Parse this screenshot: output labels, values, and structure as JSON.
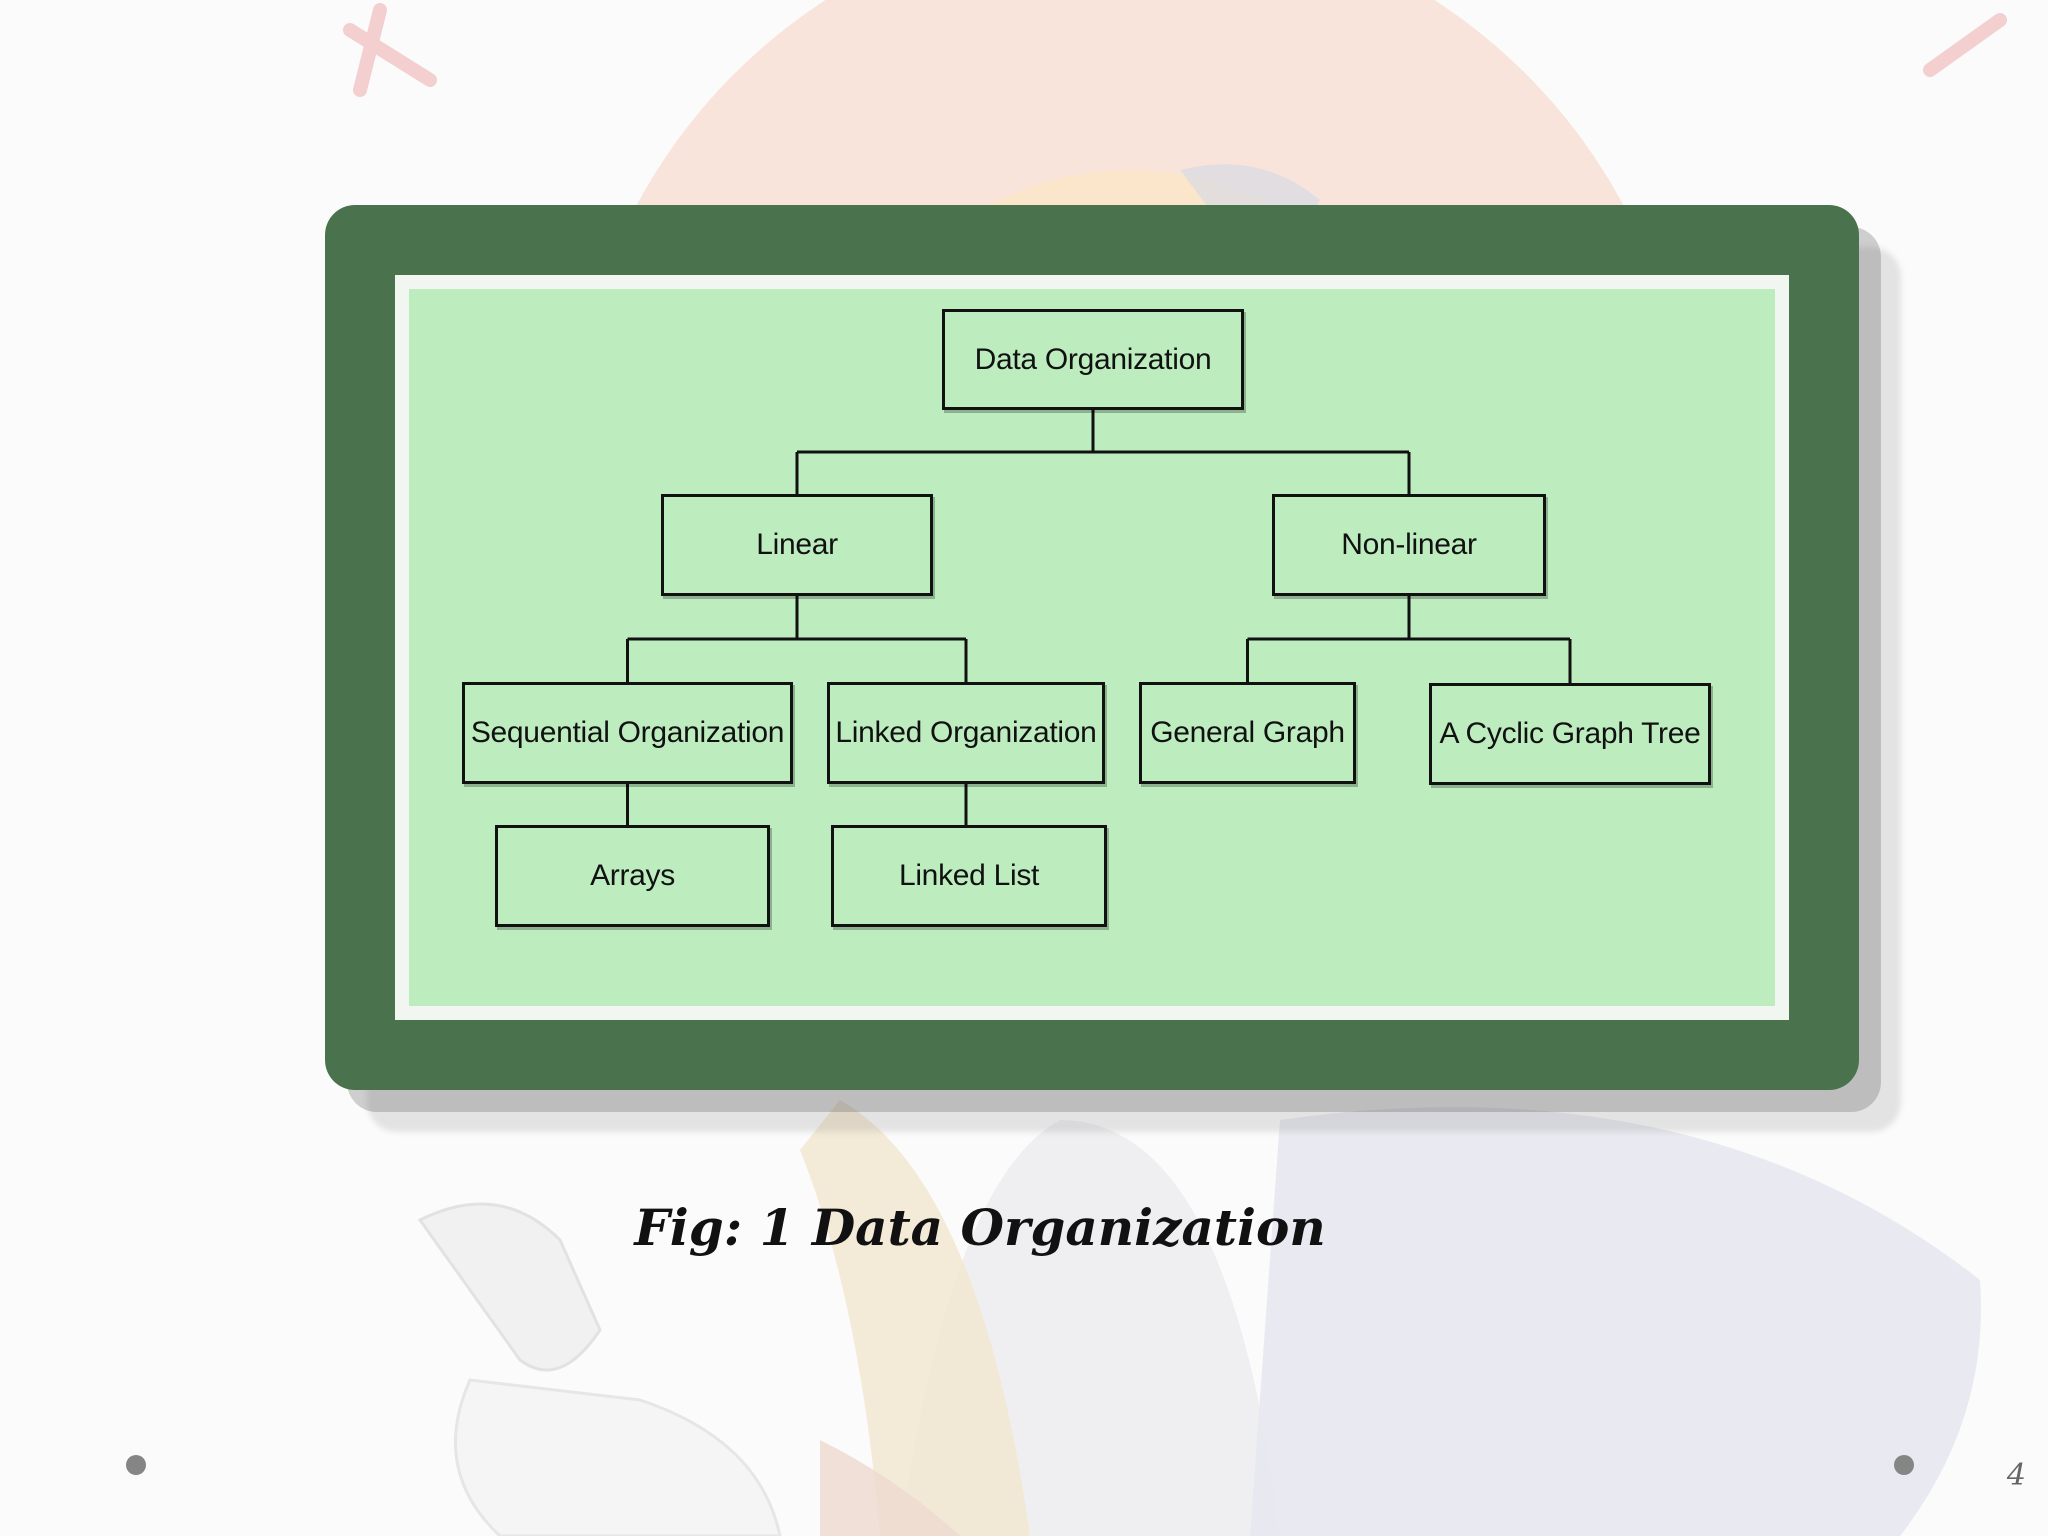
{
  "diagram": {
    "nodes": [
      {
        "id": "root",
        "label": "Data Organization"
      },
      {
        "id": "linear",
        "label": "Linear"
      },
      {
        "id": "nonlinear",
        "label": "Non-linear"
      },
      {
        "id": "sequential",
        "label": "Sequential Organization"
      },
      {
        "id": "linked",
        "label": "Linked Organization"
      },
      {
        "id": "general_graph",
        "label": "General Graph"
      },
      {
        "id": "acyclic",
        "label": "A Cyclic Graph Tree"
      },
      {
        "id": "arrays",
        "label": "Arrays"
      },
      {
        "id": "linked_list",
        "label": "Linked List"
      }
    ],
    "edges": [
      [
        "root",
        "linear"
      ],
      [
        "root",
        "nonlinear"
      ],
      [
        "linear",
        "sequential"
      ],
      [
        "linear",
        "linked"
      ],
      [
        "nonlinear",
        "general_graph"
      ],
      [
        "nonlinear",
        "acyclic"
      ],
      [
        "sequential",
        "arrays"
      ],
      [
        "linked",
        "linked_list"
      ]
    ]
  },
  "caption": "Fig: 1 Data Organization",
  "page_number": "4",
  "colors": {
    "frame": "#4a724c",
    "panel": "#bdecbf",
    "node_border": "#111111"
  }
}
